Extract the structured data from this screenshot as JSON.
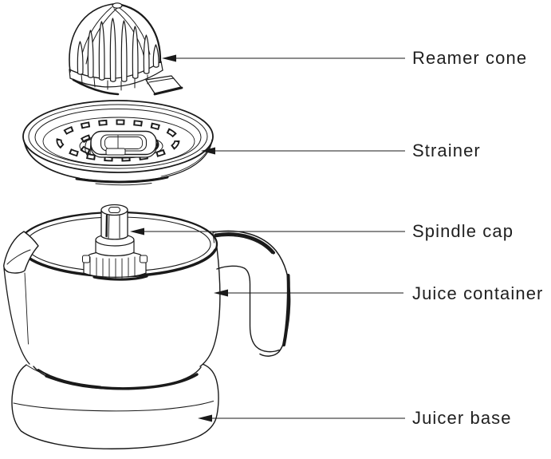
{
  "diagram": {
    "colors": {
      "background": "#ffffff",
      "line": "#1a1a1a",
      "text": "#1f1f1f"
    },
    "labels": [
      {
        "id": "reamer-cone",
        "text": "Reamer cone"
      },
      {
        "id": "strainer",
        "text": "Strainer"
      },
      {
        "id": "spindle-cap",
        "text": "Spindle cap"
      },
      {
        "id": "juice-container",
        "text": "Juice container"
      },
      {
        "id": "juicer-base",
        "text": "Juicer base"
      }
    ]
  }
}
